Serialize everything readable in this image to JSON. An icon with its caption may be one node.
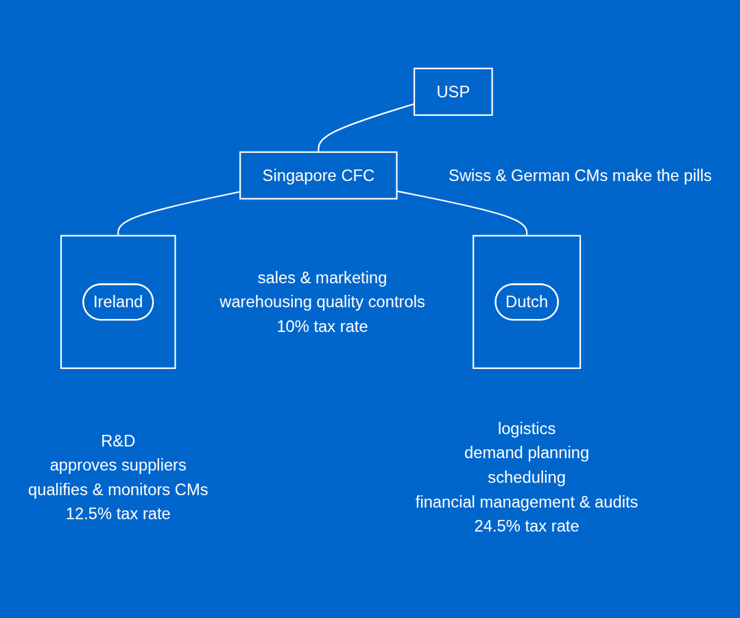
{
  "diagram": {
    "nodes": [
      {
        "text": [
          "USP"
        ],
        "beside": [
          "Swiss & German CMs make the pills"
        ]
      },
      {
        "text": [
          "Singapore CFC"
        ],
        "beside": [
          "sales & marketing",
          "warehousing quality controls",
          "10% tax rate"
        ]
      },
      {
        "text": [],
        "shape": "box"
      },
      {
        "text": [
          "Ireland"
        ],
        "in": 2,
        "beside": [
          "R&D",
          "approves suppliers",
          "qualifies & monitors CMs",
          "12.5% tax rate"
        ]
      },
      {
        "text": [],
        "shape": "box"
      },
      {
        "text": [
          "Dutch"
        ],
        "in": 4,
        "beside": [
          "logistics",
          "demand planning",
          "scheduling",
          "financial management & audits",
          "24.5% tax rate"
        ]
      }
    ],
    "edges": [
      {
        "from": 0,
        "to": 1,
        "arrow": "none"
      },
      {
        "from": 1,
        "to": 2,
        "arrow": "none"
      },
      {
        "from": 1,
        "to": 4,
        "arrow": "none"
      }
    ]
  }
}
